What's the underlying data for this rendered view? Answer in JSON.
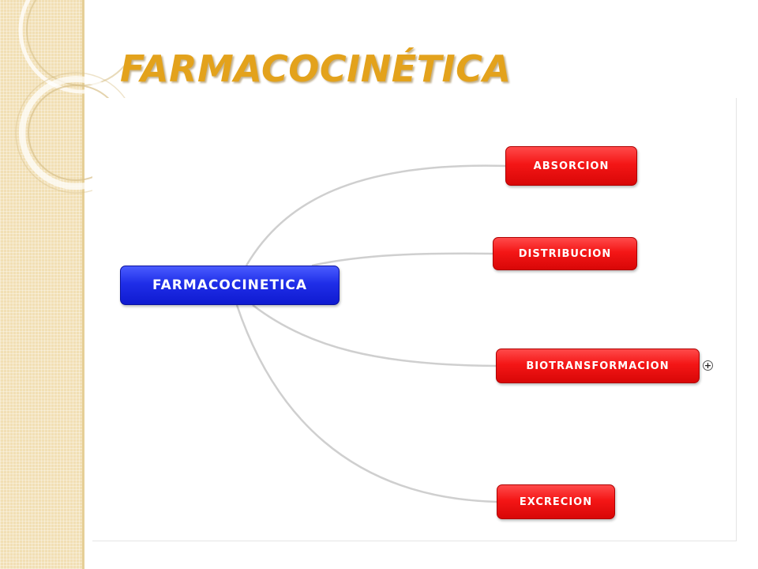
{
  "slide": {
    "title": "FARMACOCINÉTICA"
  },
  "diagram": {
    "root": {
      "label": "FARMACOCINETICA",
      "color": "#1f2ee8"
    },
    "children": [
      {
        "label": "ABSORCION",
        "color": "#f41616"
      },
      {
        "label": "DISTRIBUCION",
        "color": "#f41616"
      },
      {
        "label": "BIOTRANSFORMACION",
        "color": "#f41616",
        "expand_icon": "plus-circle-icon",
        "expand_glyph": "+"
      },
      {
        "label": "EXCRECION",
        "color": "#f41616"
      }
    ]
  },
  "theme": {
    "title_color": "#e3a21c",
    "band_color": "#f1dfb4",
    "link_color": "#cfcfcf"
  }
}
